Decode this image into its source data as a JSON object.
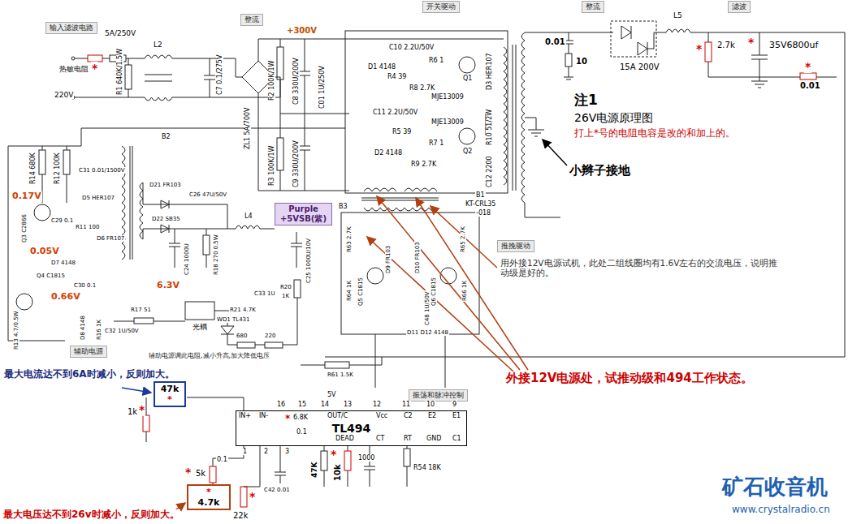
{
  "diagram": {
    "nodes": [
      {
        "text": [
          "输入滤波电路"
        ]
      },
      {
        "text": [
          "整流"
        ]
      },
      {
        "text": [
          "开关驱动"
        ]
      },
      {
        "text": [
          "整流"
        ]
      },
      {
        "text": [
          "滤波"
        ]
      },
      {
        "text": [
          "Purple +5VSB(紫)"
        ]
      },
      {
        "text": [
          "辅助电源"
        ]
      },
      {
        "text": [
          "推挽驱动"
        ]
      },
      {
        "text": [
          "47k",
          "*"
        ]
      },
      {
        "text": [
          "振荡和脉冲控制"
        ]
      },
      {
        "text": [
          "TL494"
        ]
      },
      {
        "text": [
          "*",
          "4.7k"
        ]
      }
    ],
    "labels": [
      "5A/250V",
      "L2",
      "热敏电阻",
      "*",
      "220V",
      "R1 640K/1.5W",
      "C7 0.1/275V",
      "+300V",
      "ZL1 5A/700V",
      "R2 100K/1W",
      "C8 330U/200V",
      "C01 1U/250V",
      "R3 100K/1W",
      "C9 330U/200V",
      "D1 4148",
      "C10 2.2U/50V",
      "R6 1",
      "R4 39",
      "R8 2.7K",
      "Q1",
      "MJE13009",
      "D3 HER107",
      "C11 2.2U/50V",
      "MJE13009",
      "R5 39",
      "R7 1",
      "Q2",
      "D2 4148",
      "R9 2.7K",
      "R10 51/2W",
      "C12 2200",
      "B1",
      "KT-CRL35",
      "-018",
      "0.01",
      "10",
      "15A 200V",
      "L5",
      "2.7k",
      "*",
      "*",
      "35V6800uf",
      "*",
      "0.01",
      "注1",
      "26V电源原理图",
      "打上*号的电阻电容是改的和加上的。",
      "小辫子接地",
      "B2",
      "R14 680K",
      "R12 100K",
      "C31 0.01/1500V",
      "D5 HER107",
      "0.17V",
      "Q3 C2866",
      "C29 0.1",
      "R11 100",
      "D6 FR107",
      "0.05V",
      "D7 4148",
      "Q4 C1815",
      "C30 0.1",
      "0.66V",
      "6.3V",
      "R13 4.7/0.5W",
      "D8 4148",
      "R16 1K",
      "R17 51",
      "C32 1U/50V",
      "光耦",
      "D21 FR103",
      "C26 47U/50V",
      "D22 SB35",
      "C24 1000U",
      "R18 270 0.5W",
      "L4",
      "C25 1000U/10V",
      "R20",
      "1K",
      "C33 1U",
      "R21 4.7K",
      "WD1 TL431",
      "680",
      "220",
      "B3",
      "R63 2.7K",
      "R64 1K",
      "Q5 C1815",
      "D9 FR103",
      "D10 FR103",
      "Q6 C1815",
      "R65 2.7K",
      "R66 1K",
      "C48 1U/50V",
      "D11 D12 4148",
      "用外接12V电源试机，此处二组线圈均有1.6V左右的交流电压，说明推动级是好的。",
      "外接12V电源处，试推动级和494工作状态。",
      "R61 1.5K",
      "辅助电源调此电阻,减小升高,加大降低电压",
      "最大电流达不到6A时减小，反则加大。",
      "1k",
      "*",
      "5V",
      "16",
      "15",
      "14",
      "13",
      "12",
      "11",
      "10",
      "9",
      "IN+",
      "IN-",
      "*",
      "6.8K",
      "0.1",
      "OUT/C",
      "Vcc",
      "C2",
      "E2",
      "E1",
      "DEAD",
      "CT",
      "RT",
      "GND",
      "C1",
      "1",
      "2",
      "3",
      "47K",
      "*",
      "10k",
      "1000",
      "R54 18K",
      "C42 0.01",
      "0.1",
      "5k",
      "*",
      "*",
      "22k",
      "最大电压达不到26v时减小，反则加大。",
      "矿石收音机",
      "www.crystalradio.cn"
    ]
  }
}
